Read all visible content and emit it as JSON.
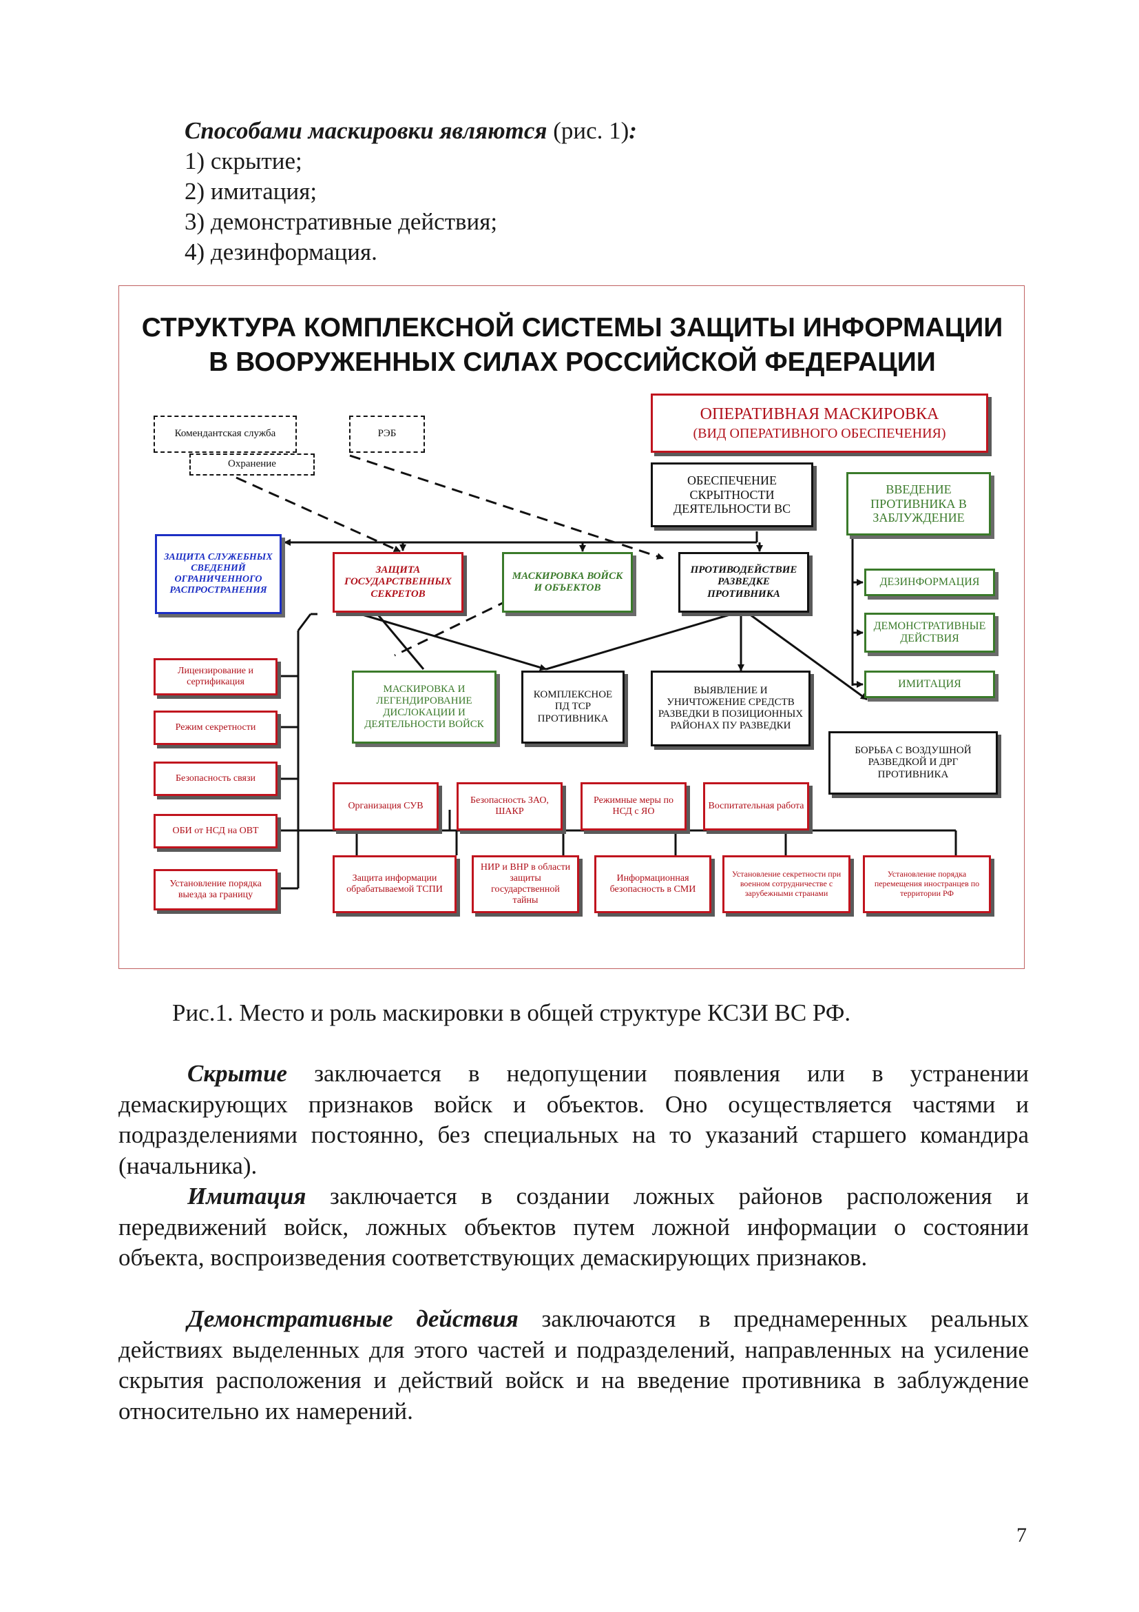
{
  "intro": {
    "lead_bold": "Способами маскировки являются",
    "lead_rest": " (рис. 1)",
    "lead_colon": ":",
    "items": [
      "1) скрытие;",
      "2) имитация;",
      "3) демонстративные действия;",
      "4) дезинформация."
    ]
  },
  "diagram": {
    "title_line1": "СТРУКТУРА КОМПЛЕКСНОЙ СИСТЕМЫ ЗАЩИТЫ ИНФОРМАЦИИ",
    "title_line2": "В ВООРУЖЕННЫХ СИЛАХ РОССИЙСКОЙ ФЕДЕРАЦИИ",
    "kom_sluzhba": "Комендантская служба",
    "okhranenie": "Охранение",
    "reb": "РЭБ",
    "op_mask_1": "ОПЕРАТИВНАЯ МАСКИРОВКА",
    "op_mask_2": "(ВИД ОПЕРАТИВНОГО ОБЕСПЕЧЕНИЯ)",
    "obespechenie": "ОБЕСПЕЧЕНИЕ СКРЫТНОСТИ ДЕЯТЕЛЬНОСТИ ВС",
    "vvedenie": "ВВЕДЕНИЕ ПРОТИВНИКА В ЗАБЛУЖДЕНИЕ",
    "zashchita_sluzh": "ЗАЩИТА СЛУЖЕБНЫХ СВЕДЕНИЙ ОГРАНИЧЕННОГО РАСПРОСТРАНЕНИЯ",
    "zashchita_gos": "ЗАЩИТА ГОСУДАРСТВЕННЫХ СЕКРЕТОВ",
    "maskirovka_voisk": "МАСКИРОВКА ВОЙСК И ОБЪЕКТОВ",
    "protivod": "ПРОТИВОДЕЙСТВИЕ РАЗВЕДКЕ ПРОТИВНИКА",
    "dezinf": "ДЕЗИНФОРМАЦИЯ",
    "demonstr": "ДЕМОНСТРАТИВНЫЕ ДЕЙСТВИЯ",
    "imitaciya": "ИМИТАЦИЯ",
    "licenz": "Лицензирование и сертификация",
    "rezhim": "Режим секретности",
    "bezop_svyazi": "Безопасность связи",
    "obi": "ОБИ от НСД на ОВТ",
    "ustanovlenie_vyezda": "Установление порядка выезда за границу",
    "mask_legend": "МАСКИРОВКА И ЛЕГЕНДИРОВАНИЕ ДИСЛОКАЦИИ И ДЕЯТЕЛЬНОСТИ ВОЙСК",
    "kompleksnoe": "КОМПЛЕКСНОЕ ПД ТСР ПРОТИВНИКА",
    "vyyavlenie": "ВЫЯВЛЕНИЕ И УНИЧТОЖЕНИЕ СРЕДСТВ РАЗВЕДКИ В ПОЗИЦИОННЫХ РАЙОНАХ ПУ РАЗВЕДКИ",
    "borba": "БОРЬБА С ВОЗДУШНОЙ РАЗВЕДКОЙ И ДРГ ПРОТИВНИКА",
    "org_suv": "Организация СУВ",
    "bezop_zao": "Безопасность ЗАО, ШАКР",
    "rezhimnye": "Режимные меры по НСД с ЯО",
    "vospitat": "Воспитательная работа",
    "zashchita_tspi": "Защита информации обрабатываемой ТСПИ",
    "nir": "НИР и ВНР в области защиты государственной тайны",
    "inform_bezop": "Информационная безопасность в СМИ",
    "ustanovlenie_sekretnosti": "Установление секретности при военном сотрудничестве с зарубежными странами",
    "ustanovlenie_peremeshcheniya": "Установление порядка перемещения иностранцев по территории РФ"
  },
  "caption": "Рис.1. Место и роль маскировки в общей структуре КСЗИ ВС РФ.",
  "paragraphs": [
    {
      "term": "Скрытие",
      "text": " заключается в недопущении появления или в устранении демаскирующих признаков войск и объектов. Оно осуществляется частями и подразделениями постоянно, без специальных на то указаний старшего командира (начальника)."
    },
    {
      "term": "Имитация",
      "text": " заключается в создании ложных районов расположения и передвижений войск, ложных объектов путем ложной информации о состоянии объекта, воспроизведения соответствующих демаскирующих признаков."
    },
    {
      "term": "Демонстративные действия",
      "text": " заключаются в преднамеренных реальных действиях выделенных для этого частей и подразделений, направленных на усиление скрытия расположения и действий войск и на введение противника в заблуждение относительно их намерений."
    }
  ],
  "page_number": "7"
}
